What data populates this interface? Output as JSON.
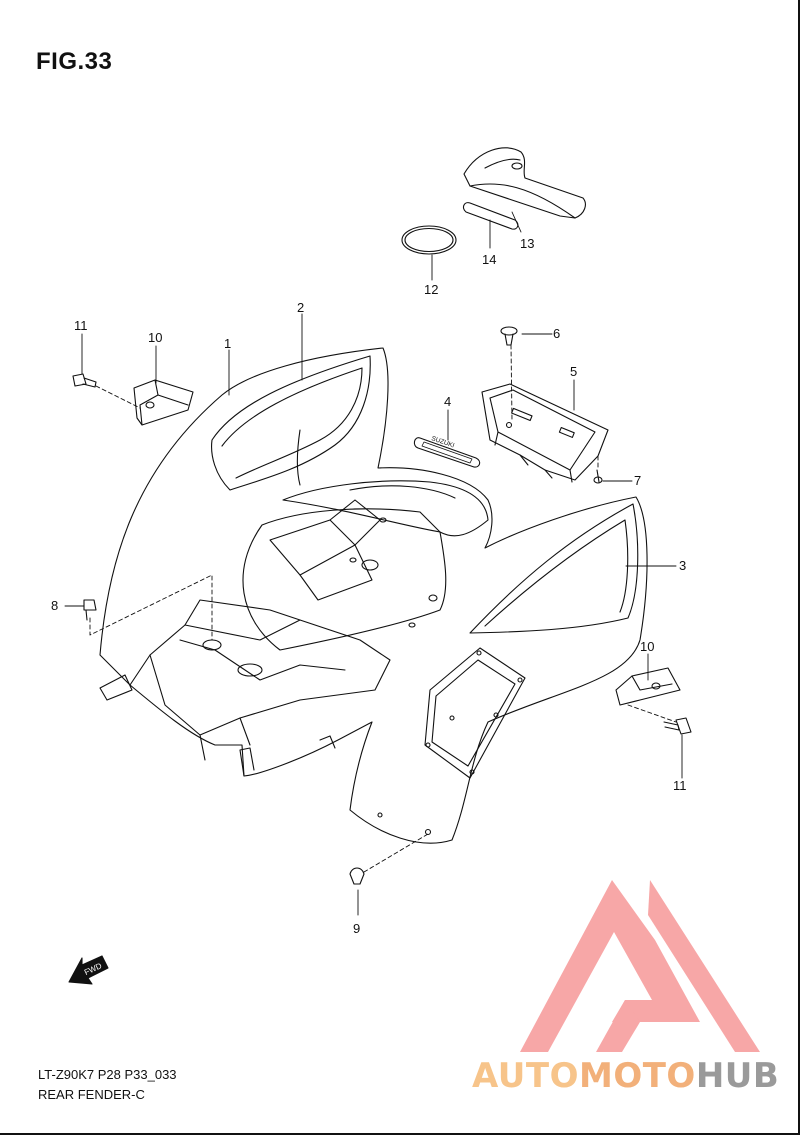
{
  "figure": {
    "title": "FIG.33"
  },
  "callouts": [
    {
      "id": "c1",
      "label": "1"
    },
    {
      "id": "c2",
      "label": "2"
    },
    {
      "id": "c3",
      "label": "3"
    },
    {
      "id": "c4",
      "label": "4"
    },
    {
      "id": "c5",
      "label": "5"
    },
    {
      "id": "c6",
      "label": "6"
    },
    {
      "id": "c7",
      "label": "7"
    },
    {
      "id": "c8",
      "label": "8"
    },
    {
      "id": "c9",
      "label": "9"
    },
    {
      "id": "c10a",
      "label": "10"
    },
    {
      "id": "c10b",
      "label": "10"
    },
    {
      "id": "c11a",
      "label": "11"
    },
    {
      "id": "c11b",
      "label": "11"
    },
    {
      "id": "c12",
      "label": "12"
    },
    {
      "id": "c13",
      "label": "13"
    },
    {
      "id": "c14",
      "label": "14"
    }
  ],
  "fwd_label": "FWD",
  "emblem_text": "SUZUKI",
  "footer": {
    "model_code": "LT-Z90K7 P28 P33_033",
    "section_name": "REAR FENDER-C"
  },
  "watermark": {
    "part1": "AUTO",
    "part2": "MOTO",
    "part3": "HUB",
    "colors": {
      "triangle": "#f7a3a3",
      "auto": "#f7c48a",
      "moto": "#f2b07a",
      "hub": "#9a9a9a"
    }
  }
}
